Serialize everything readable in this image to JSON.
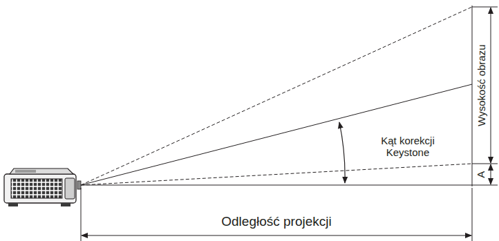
{
  "diagram": {
    "labels": [
      "Wysokość obrazu",
      "A",
      "Kąt korekcji Keystone",
      "Odległość projekcji"
    ]
  }
}
